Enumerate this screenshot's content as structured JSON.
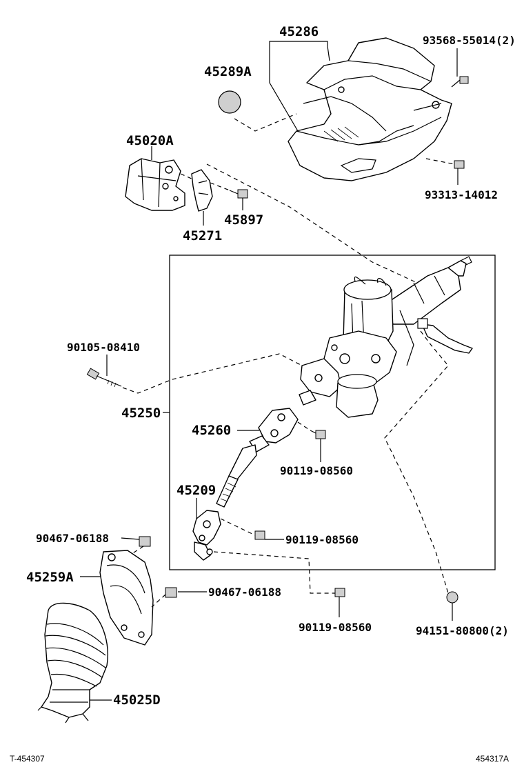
{
  "labels": {
    "p45286": "45286",
    "p45289A": "45289A",
    "p93568": "93568-55014(2)",
    "p93313": "93313-14012",
    "p45020A": "45020A",
    "p45897": "45897",
    "p45271": "45271",
    "p90105": "90105-08410",
    "p45250": "45250",
    "p45260": "45260",
    "p90119a": "90119-08560",
    "p45209": "45209",
    "p90119b": "90119-08560",
    "p90467a": "90467-06188",
    "p45259A": "45259A",
    "p90467b": "90467-06188",
    "p90119c": "90119-08560",
    "p94151": "94151-80800(2)",
    "p45025D": "45025D"
  },
  "footer": {
    "left_code": "T-454307",
    "right_code": "454317A"
  }
}
